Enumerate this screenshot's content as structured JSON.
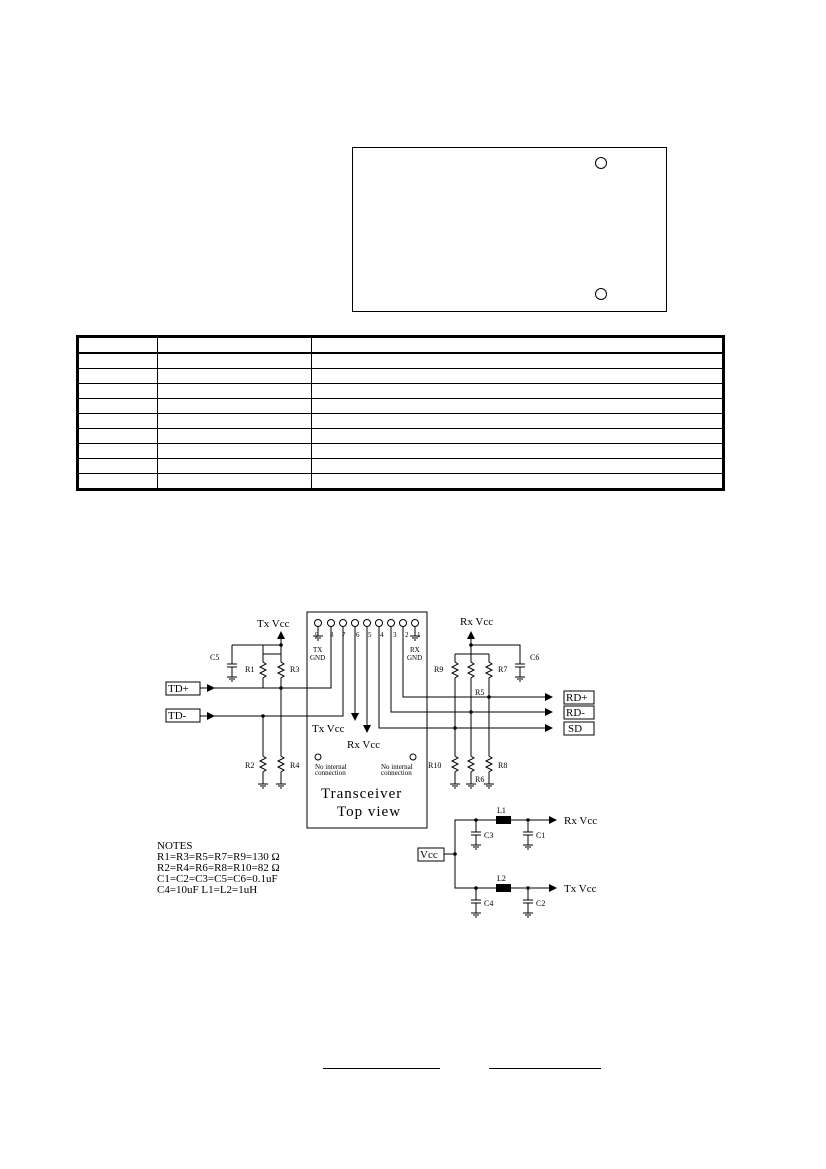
{
  "pin_table": {
    "columns": [
      "",
      "",
      ""
    ],
    "rows": [
      [
        "",
        "",
        ""
      ],
      [
        "",
        "",
        ""
      ],
      [
        "",
        "",
        ""
      ],
      [
        "",
        "",
        ""
      ],
      [
        "",
        "",
        ""
      ],
      [
        "",
        "",
        ""
      ],
      [
        "",
        "",
        ""
      ],
      [
        "",
        "",
        ""
      ],
      [
        "",
        "",
        ""
      ]
    ]
  },
  "schematic": {
    "pin_numbers": [
      "9",
      "8",
      "7",
      "6",
      "5",
      "4",
      "3",
      "2",
      "1"
    ],
    "tx_vcc": "Tx  Vcc",
    "rx_vcc": "Rx  Vcc",
    "tx_gnd_1": "TX",
    "tx_gnd_2": "GND",
    "rx_gnd_1": "RX",
    "rx_gnd_2": "GND",
    "signals": {
      "td_plus": "TD+",
      "td_minus": "TD-",
      "rd_plus": "RD+",
      "rd_minus": "RD-",
      "sd": "SD"
    },
    "resistors": [
      "R1",
      "R2",
      "R3",
      "R4",
      "R5",
      "R6",
      "R7",
      "R8",
      "R9",
      "R10"
    ],
    "capacitors": [
      "C1",
      "C2",
      "C3",
      "C4",
      "C5",
      "C6"
    ],
    "inductors": [
      "L1",
      "L2"
    ],
    "vcc_box": "Vcc",
    "no_internal_1": "No internal",
    "no_internal_2": "connection",
    "transceiver_line1": "Transceiver",
    "transceiver_line2": "Top  view"
  },
  "notes": {
    "title": "NOTES",
    "line1": "R1=R3=R5=R7=R9=130 Ω",
    "line2": "R2=R4=R6=R8=R10=82 Ω",
    "line3": "C1=C2=C3=C5=C6=0.1uF",
    "line4": "C4=10uF    L1=L2=1uH"
  }
}
